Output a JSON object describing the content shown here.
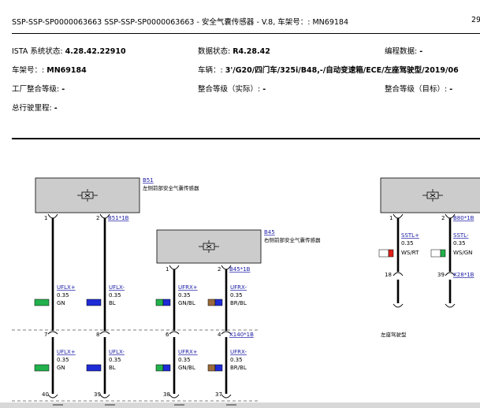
{
  "header": {
    "title": "SSP-SSP-SP0000063663 SSP-SSP-SP0000063663 - 安全气囊传感器 - V.8, 车架号：: MN69184",
    "page": "29"
  },
  "info": {
    "ista_label": "ISTA 系统状态:",
    "ista_value": "4.28.42.22910",
    "data_label": "数据状态:",
    "data_value": "R4.28.42",
    "prog_label": "编程数据:",
    "prog_value": "-",
    "vin_label": "车架号：:",
    "vin_value": "MN69184",
    "vehicle_label": "车辆：:",
    "vehicle_value": "3'/G20/四门车/325i/B48,-/自动变速箱/ECE/左座驾驶型/2019/06",
    "factory_label": "工厂整合等级:",
    "factory_value": "-",
    "actual_label": "整合等级（实际）:",
    "actual_value": "-",
    "target_label": "整合等级（目标）:",
    "target_value": "-",
    "mileage_label": "总行驶里程:",
    "mileage_value": "-"
  },
  "diagram": {
    "b51": {
      "code": "B51",
      "desc": "左侧前部安全气囊传感器"
    },
    "b45": {
      "code": "B45",
      "desc": "右侧前部安全气囊传感器"
    },
    "pins": {
      "p1a": "1",
      "p2a": "2",
      "p1b": "1",
      "p2b": "2",
      "p1c": "1",
      "p2c": "2",
      "p7": "7",
      "p8": "8",
      "p6": "6",
      "p4": "4",
      "p40": "40",
      "p39": "39",
      "p38": "38",
      "p37": "37",
      "p18": "18",
      "p39r": "39"
    },
    "connectors": {
      "b51": "B51*1B",
      "b45": "B45*1B",
      "x140": "X140*1B",
      "b80": "B80*1B",
      "x28": "X28*1B"
    },
    "wires_upper": [
      {
        "name": "UFLX+",
        "gauge": "0.35",
        "color": "GN"
      },
      {
        "name": "UFLX-",
        "gauge": "0.35",
        "color": "BL"
      },
      {
        "name": "UFRX+",
        "gauge": "0.35",
        "color": "GN/BL"
      },
      {
        "name": "UFRX-",
        "gauge": "0.35",
        "color": "BR/BL"
      }
    ],
    "wires_lower": [
      {
        "name": "UFLX+",
        "gauge": "0.35",
        "color": "GN"
      },
      {
        "name": "UFLX-",
        "gauge": "0.35",
        "color": "BL"
      },
      {
        "name": "UFRX+",
        "gauge": "0.35",
        "color": "GN/BL"
      },
      {
        "name": "UFRX-",
        "gauge": "0.35",
        "color": "BR/BL"
      }
    ],
    "wires_right": [
      {
        "name": "SSTL+",
        "gauge": "0.35",
        "color": "WS/RT"
      },
      {
        "name": "SSTL-",
        "gauge": "0.35",
        "color": "WS/GN"
      }
    ],
    "note": "左座驾驶型",
    "colors": {
      "green": "#22b14c",
      "blue": "#1f2bd6",
      "brown": "#9a6a3c",
      "red": "#e0201a",
      "white": "#ffffff",
      "box": "#cccccc",
      "link": "#1a1aa6"
    }
  }
}
